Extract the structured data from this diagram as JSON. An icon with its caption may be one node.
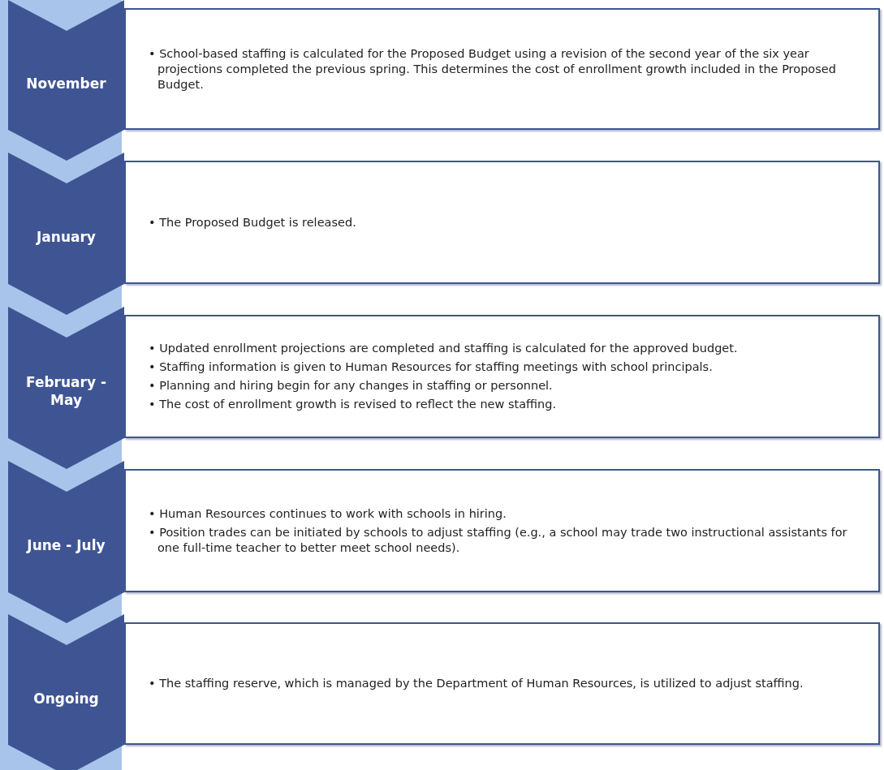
{
  "diagram": {
    "nodes": [
      {
        "text": [
          "November"
        ]
      },
      {
        "text": [
          "• School-based staffing is calculated for the Proposed Budget using a revision of the second year of the six year projections completed the previous spring. This determines the cost of enrollment growth included in the Proposed Budget."
        ]
      },
      {
        "text": [
          "January"
        ]
      },
      {
        "text": [
          "• The Proposed Budget is released."
        ]
      },
      {
        "text": [
          "February - May"
        ]
      },
      {
        "text": [
          "• Updated enrollment projections are completed and staffing is calculated for the approved budget.",
          "• Staffing information is given to Human Resources for staffing meetings with school principals.",
          "• Planning and hiring begin for any changes in staffing or personnel.",
          "• The cost of enrollment growth is revised to reflect the new staffing."
        ]
      },
      {
        "text": [
          "June - July"
        ]
      },
      {
        "text": [
          "• Human Resources continues to work with schools in hiring.",
          "• Position trades can be initiated by schools to adjust staffing (e.g., a school may trade two instructional assistants for one full-time teacher to better meet school needs)."
        ]
      },
      {
        "text": [
          "Ongoing"
        ]
      },
      {
        "text": [
          "• The staffing reserve, which is managed by the Department of Human Resources, is utilized to adjust staffing."
        ]
      }
    ],
    "edges": []
  }
}
